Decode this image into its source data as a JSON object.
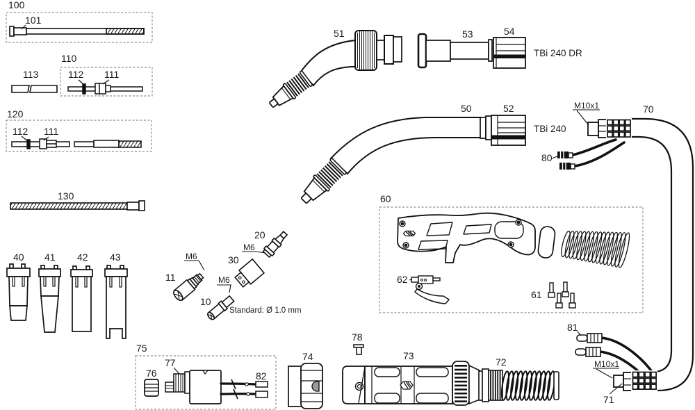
{
  "diagram": {
    "model_dr": "TBi 240 DR",
    "model_std": "TBi 240",
    "standard_note": "Standard: Ø 1.0 mm",
    "labels": {
      "l100": "100",
      "l101": "101",
      "l110": "110",
      "l112a": "112",
      "l111a": "111",
      "l113": "113",
      "l120": "120",
      "l112b": "112",
      "l111b": "111",
      "l130": "130",
      "l40": "40",
      "l41": "41",
      "l42": "42",
      "l43": "43",
      "l11": "11",
      "l10": "10",
      "l20": "20",
      "l30": "30",
      "m6_11": "M6",
      "m6_10": "M6",
      "m6_20": "M6",
      "l51": "51",
      "l53": "53",
      "l54": "54",
      "l50": "50",
      "l52": "52",
      "l60": "60",
      "l61": "61",
      "l62": "62",
      "l70": "70",
      "l71": "71",
      "l72": "72",
      "l73": "73",
      "l74": "74",
      "l75": "75",
      "l76": "76",
      "l77": "77",
      "l78": "78",
      "l80": "80",
      "l81": "81",
      "l82": "82",
      "m10_top": "M10x1",
      "m10_bottom": "M10x1"
    }
  }
}
